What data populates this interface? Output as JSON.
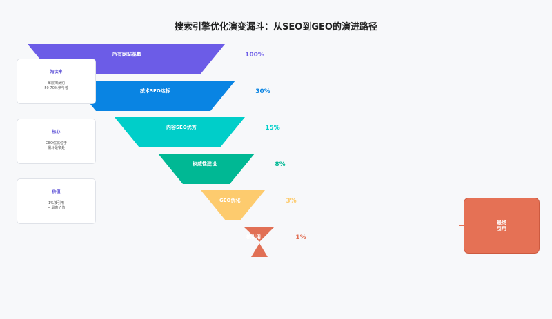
{
  "title": "搜索引擎优化演变漏斗：从SEO到GEO的演进路径",
  "stages": [
    {
      "label": "所有网站基数",
      "value": "100%",
      "color": "#6c5ce7"
    },
    {
      "label": "技术SEO达标",
      "value": "30%",
      "color": "#0984e3"
    },
    {
      "label": "内容SEO优秀",
      "value": "15%",
      "color": "#00cec9"
    },
    {
      "label": "权威性建设",
      "value": "8%",
      "color": "#00b894"
    },
    {
      "label": "GEO优化",
      "value": "3%",
      "color": "#fdcb6e"
    },
    {
      "label": "被引用",
      "value": "1%",
      "color": "#e17055"
    }
  ],
  "cards": [
    {
      "title": "淘汰率",
      "body": "每层淘汰约\n50-70%参与者"
    },
    {
      "title": "核心",
      "body": "GEO优化位于\n漏斗最窄处"
    },
    {
      "title": "价值",
      "body": "1%被引用\n= 最高价值"
    }
  ],
  "final": {
    "label": "最终\n引用"
  }
}
